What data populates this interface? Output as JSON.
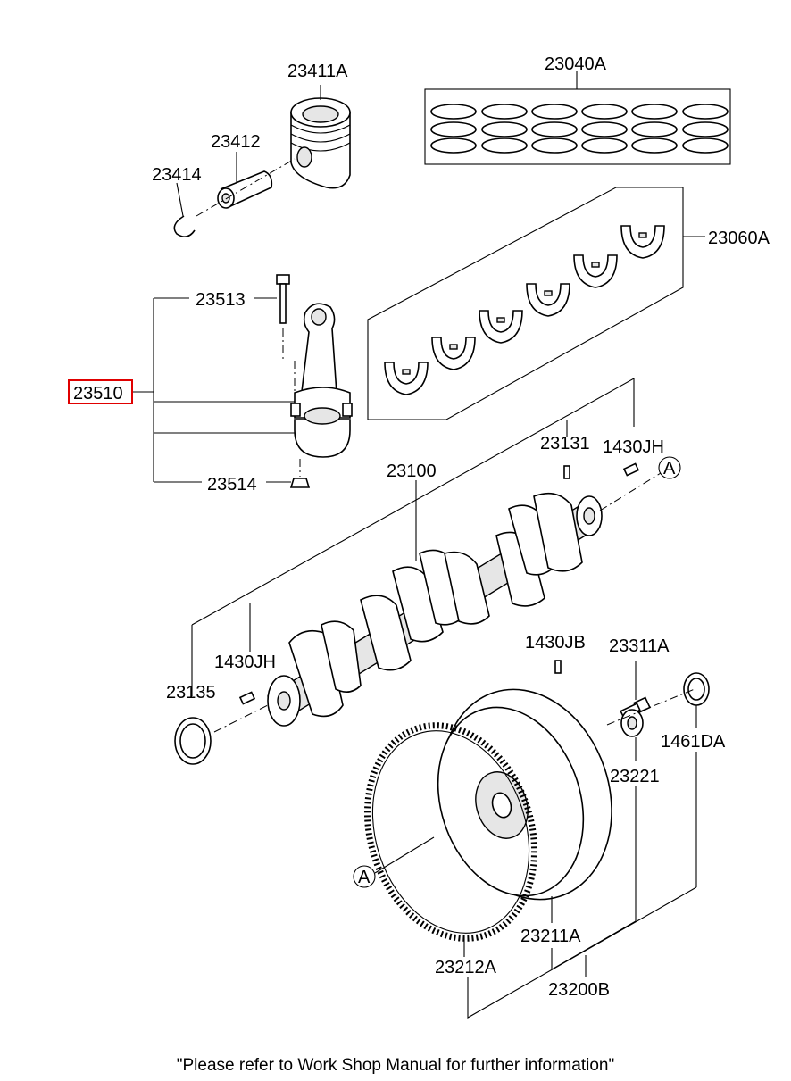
{
  "parts": {
    "p23411A": "23411A",
    "p23412": "23412",
    "p23414": "23414",
    "p23040A": "23040A",
    "p23060A": "23060A",
    "p23513": "23513",
    "p23510": "23510",
    "p23514": "23514",
    "p23131": "23131",
    "p1430JH_top": "1430JH",
    "p23100": "23100",
    "p1430JH_left": "1430JH",
    "p23135": "23135",
    "p1430JB": "1430JB",
    "p23311A": "23311A",
    "p1461DA": "1461DA",
    "p23221": "23221",
    "p23211A": "23211A",
    "p23212A": "23212A",
    "p23200B": "23200B"
  },
  "markers": {
    "ref_a_top": "A",
    "ref_a_bottom": "A"
  },
  "highlight": {
    "part": "23510",
    "color": "#e00000"
  },
  "footer_note": "\"Please refer to Work Shop Manual for further information\""
}
